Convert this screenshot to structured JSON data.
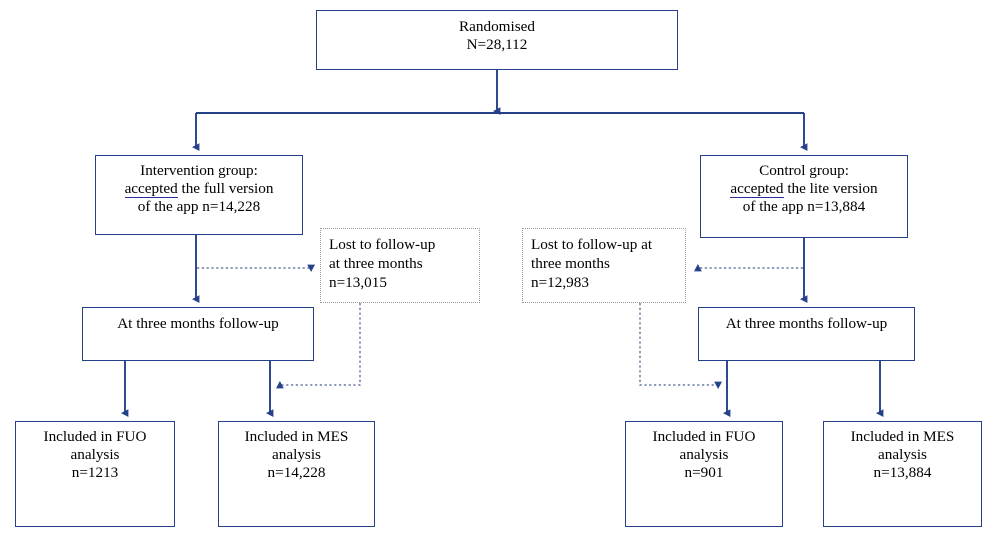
{
  "diagram": {
    "title": "Randomised trial participant flow diagram",
    "colors": {
      "solid_border": "#25418A",
      "dotted_border": "#9a9a9a",
      "connector": "#25418A",
      "dotted_connector": "#4a5a88",
      "text": "#000000",
      "background": "#ffffff",
      "accepted_underline": "#2b2b9c"
    },
    "nodes": {
      "randomised": {
        "name": "Randomised",
        "line1": "Randomised",
        "line2": "N=28,112",
        "count": "28,112"
      },
      "intervention": {
        "line1": "Intervention group:",
        "line2_underlined": "accepted",
        "line2_rest": " the full version",
        "line3": "of the app n=14,228",
        "count": "14,228"
      },
      "control": {
        "line1": "Control group:",
        "line2_underlined": "accepted",
        "line2_rest": " the lite version",
        "line3": "of the app n=13,884",
        "count": "13,884"
      },
      "lost_left": {
        "line1": "Lost to follow-up",
        "line2": "at three months",
        "line3": "n=13,015",
        "count": "13,015"
      },
      "lost_right": {
        "line1": "Lost to follow-up at",
        "line2": "three months",
        "line3": "n=12,983",
        "count": "12,983"
      },
      "followup_left": {
        "line1": "At three months follow-up"
      },
      "followup_right": {
        "line1": "At three months follow-up"
      },
      "fuo_left": {
        "line1": "Included in FUO",
        "line2": "analysis",
        "line3": "n=1213",
        "count": "1213"
      },
      "mes_left": {
        "line1": "Included in MES",
        "line2": "analysis",
        "line3": "n=14,228",
        "count": "14,228"
      },
      "fuo_right": {
        "line1": "Included in FUO",
        "line2": "analysis",
        "line3": "n=901",
        "count": "901"
      },
      "mes_right": {
        "line1": "Included in MES",
        "line2": "analysis",
        "line3": "n=13,884",
        "count": "13,884"
      }
    }
  }
}
